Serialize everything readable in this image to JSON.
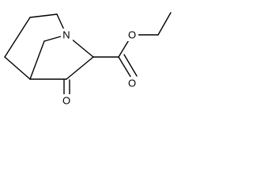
{
  "molecule": {
    "atoms": {
      "nitrogen": "N",
      "ester_ether_oxygen": "O",
      "ester_carbonyl_oxygen": "O",
      "ketone_oxygen": "O"
    }
  },
  "colors": {
    "bond": "#000000",
    "label": "#000000",
    "background": "#ffffff"
  }
}
